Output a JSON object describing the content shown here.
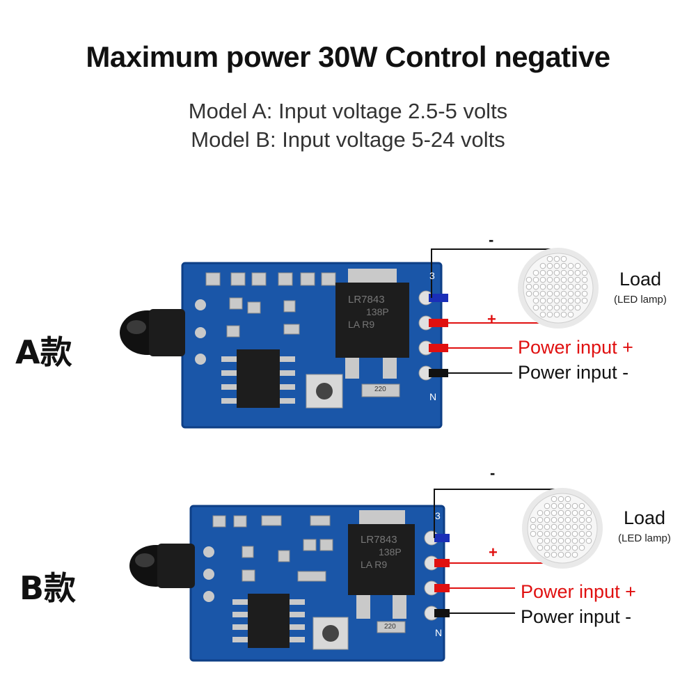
{
  "header": {
    "title": "Maximum power 30W Control negative",
    "line1": "Model A: Input voltage 2.5-5 volts",
    "line2": "Model B: Input voltage 5-24 volts"
  },
  "models": [
    {
      "label": "A款",
      "wire_minus": "-",
      "wire_plus": "+",
      "load": "Load",
      "load_sub": "(LED lamp)",
      "power_plus": "Power input +",
      "power_minus": "Power input -",
      "regulator": [
        "LR7843",
        "138P",
        "LA   R9"
      ],
      "resistor": "220",
      "pin_top": "3",
      "pin_bottom": "N"
    },
    {
      "label": "B款",
      "wire_minus": "-",
      "wire_plus": "+",
      "load": "Load",
      "load_sub": "(LED lamp)",
      "power_plus": "Power input +",
      "power_minus": "Power input -",
      "regulator": [
        "LR7843",
        "138P",
        "LA   R9"
      ],
      "resistor": "220",
      "pin_top": "3",
      "pin_bottom": "N"
    }
  ],
  "colors": {
    "pcb": "#1a56a8",
    "pcb_dark": "#0e3f86",
    "wire_red": "#e01010",
    "wire_blue": "#1a2fb8",
    "wire_black": "#111111",
    "text_red": "#e01010"
  }
}
